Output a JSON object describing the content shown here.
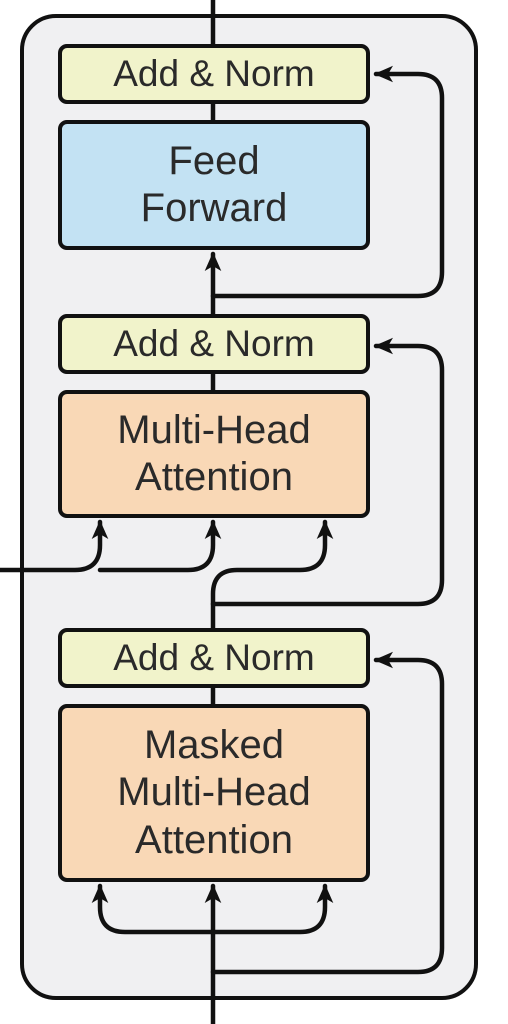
{
  "decoder_layer": {
    "blocks": [
      {
        "id": "add-norm-top",
        "kind": "add-norm",
        "label": "Add & Norm"
      },
      {
        "id": "feed-forward",
        "kind": "feed-forward",
        "lines": [
          "Feed",
          "Forward"
        ]
      },
      {
        "id": "add-norm-mid",
        "kind": "add-norm",
        "label": "Add & Norm"
      },
      {
        "id": "multi-head-attention",
        "kind": "attention",
        "lines": [
          "Multi-Head",
          "Attention"
        ]
      },
      {
        "id": "add-norm-bottom",
        "kind": "add-norm",
        "label": "Add & Norm"
      },
      {
        "id": "masked-multi-head-attention",
        "kind": "attention",
        "lines": [
          "Masked",
          "Multi-Head",
          "Attention"
        ]
      }
    ]
  },
  "colors": {
    "add_norm_fill": "#f1f3cb",
    "feed_forward_fill": "#c3e2f3",
    "attention_fill": "#f9d8b6",
    "layer_background": "#f0f0f2",
    "stroke": "#111111"
  }
}
